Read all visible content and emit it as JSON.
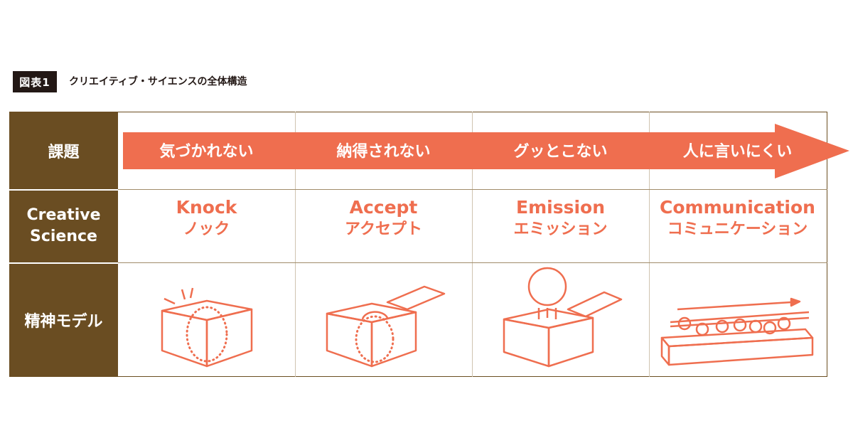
{
  "figure": {
    "label": "図表1",
    "title": "クリエイティブ・サイエンスの全体構造"
  },
  "rows": {
    "issue": "課題",
    "creative_line1": "Creative",
    "creative_line2": "Science",
    "model": "精神モデル"
  },
  "issues": [
    "気づかれない",
    "納得されない",
    "グッとこない",
    "人に言いにくい"
  ],
  "stages": [
    {
      "en": "Knock",
      "jp": "ノック",
      "icon": "knock-box-icon"
    },
    {
      "en": "Accept",
      "jp": "アクセプト",
      "icon": "accept-box-icon"
    },
    {
      "en": "Emission",
      "jp": "エミッション",
      "icon": "emission-box-icon"
    },
    {
      "en": "Communication",
      "jp": "コミュニケーション",
      "icon": "communication-conveyor-icon"
    }
  ],
  "colors": {
    "accent": "#EF6E4F",
    "header": "#6A4D22",
    "label_bg": "#231815"
  }
}
